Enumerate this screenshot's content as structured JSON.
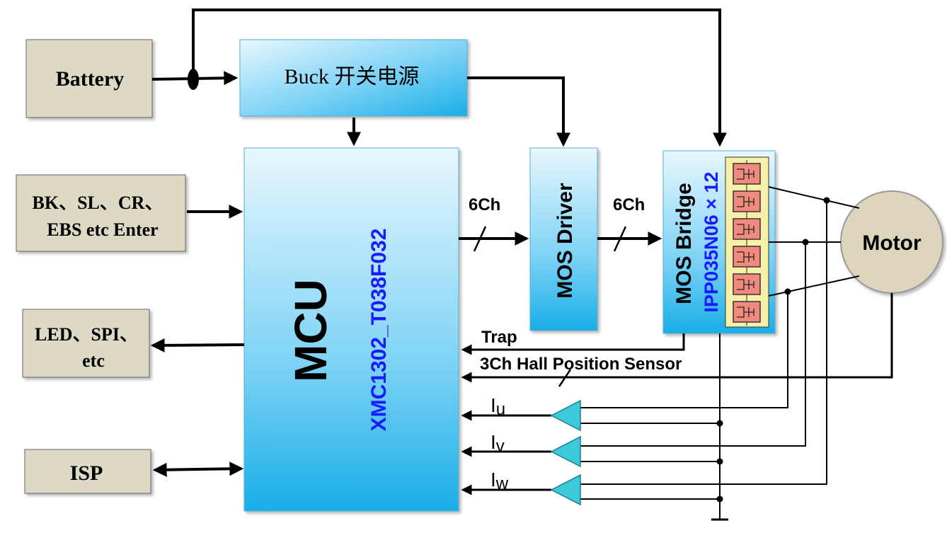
{
  "blocks": {
    "battery": "Battery",
    "buck": "Buck 开关电源",
    "inputs_line1": "BK、SL、CR、",
    "inputs_line2": "EBS etc Enter",
    "outputs_line1": "LED、SPI、",
    "outputs_line2": "etc",
    "isp": "ISP",
    "mcu_title": "MCU",
    "mcu_part": "XMC1302_T038F032",
    "mos_driver": "MOS Driver",
    "mos_bridge": "MOS Bridge",
    "mos_bridge_part": "IPP035N06 × 12",
    "motor": "Motor"
  },
  "signals": {
    "ch_mcu_driver": "6Ch",
    "ch_driver_bridge": "6Ch",
    "trap": "Trap",
    "hall": "3Ch Hall Position Sensor",
    "iu_main": "I",
    "iu_sub": "u",
    "iv_main": "I",
    "iv_sub": "v",
    "iw_main": "I",
    "iw_sub": "w"
  },
  "colors": {
    "beige_fill": "#ded9c4",
    "blue_light": "#e8f7fd",
    "blue_mid": "#7cd2f5",
    "blue_dark": "#19aee7",
    "part_text": "#1a1aff",
    "mosfet_panel": "#f7f0a6",
    "mosfet_cell": "#f08a7e",
    "opamp": "#3cc9d9",
    "motor_fill": "#ddd6bd"
  }
}
